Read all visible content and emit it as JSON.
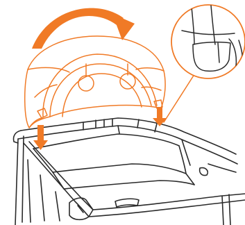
{
  "colors": {
    "accent": "#f07a26",
    "outline": "#2a2a2a",
    "background": "#ffffff"
  },
  "illustration": {
    "parts": [
      "canopy-arch-rods",
      "canopy-fabric",
      "hanging-toy-left",
      "hanging-toy-right",
      "rotate-arrow",
      "push-down-arrow-left",
      "push-down-arrow-right",
      "playard-frame",
      "playard-mattress",
      "detail-magnifier-circle",
      "magnifier-callout-line"
    ],
    "icons": [
      "curved-rotate-arrow-icon",
      "down-arrow-icon",
      "magnifier-detail-icon"
    ]
  }
}
